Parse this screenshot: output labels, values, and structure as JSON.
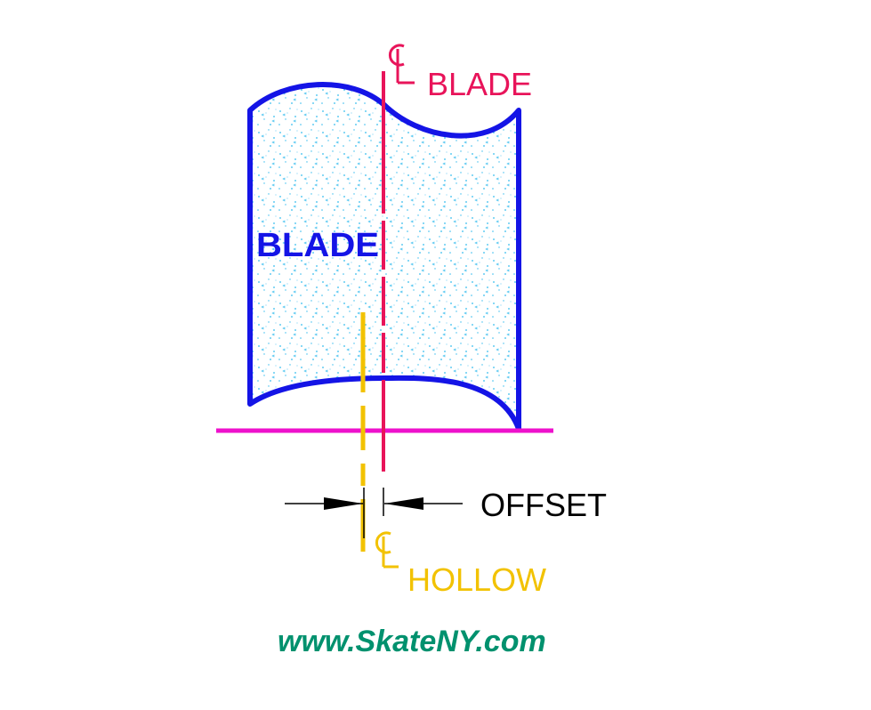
{
  "labels": {
    "blade_body": "BLADE",
    "blade_centerline_symbol": "CL",
    "blade_centerline_text": "BLADE",
    "offset": "OFFSET",
    "hollow_centerline_symbol": "CL",
    "hollow_centerline_text": "HOLLOW",
    "website": "www.SkateNY.com"
  },
  "colors": {
    "blade_outline": "#1414e6",
    "blade_fill_dots": "#33bbee",
    "blade_centerline": "#e8145a",
    "hollow_centerline": "#f2c200",
    "ice_line": "#ee11cc",
    "dimension": "#000000",
    "website": "#00916e"
  }
}
